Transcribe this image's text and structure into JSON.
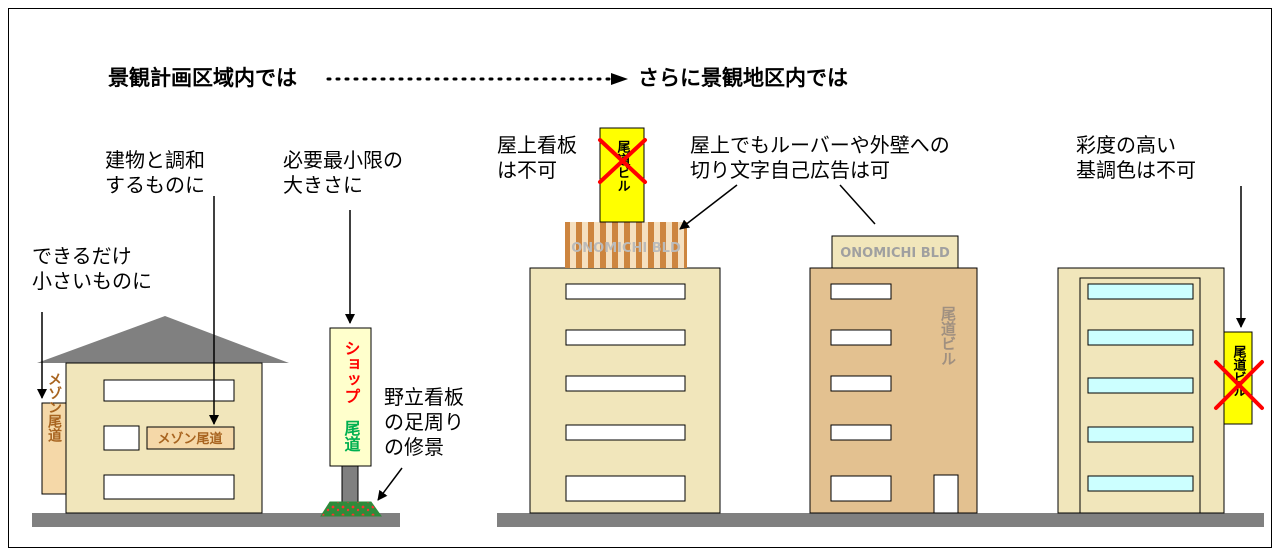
{
  "headings": {
    "left": "景観計画区域内では",
    "right": "さらに景観地区内では"
  },
  "annotations": {
    "small_sign": "できるだけ\n小さいものに",
    "harmony": "建物と調和\nするものに",
    "min_size": "必要最小限の\n大きさに",
    "ground_sign": "野立看板\nの足周り\nの修景",
    "rooftop_forbidden": "屋上看板\nは不可",
    "louver_ok": "屋上でもルーバーや外壁への\n切り文字自己広告は可",
    "saturation": "彩度の高い\n基調色は不可"
  },
  "signs": {
    "maison_vertical": "メゾン尾道",
    "maison_horizontal": "メゾン尾道",
    "shop_red": "ショップ",
    "shop_green": "尾道",
    "rooftop_sign": "尾道ビル",
    "louver_text": "ONOMICHI BLD",
    "flat_sign_text": "ONOMICHI BLD",
    "wall_letters": "尾道ビル",
    "side_sign": "尾道ビル"
  },
  "colors": {
    "ground": "#808080",
    "building_beige": "#f1e6bb",
    "building_tan": "#e3c190",
    "sign_yellow": "#ffff00",
    "sign_cream": "#ffffcc",
    "cross_red": "#ff0000",
    "brown_text": "#a86420",
    "louver_stripe": "#cd853f",
    "window_cyan": "#ccffff",
    "roof_gray": "#808080",
    "sign_red_text": "#ff0000",
    "sign_green_text": "#00b050"
  }
}
